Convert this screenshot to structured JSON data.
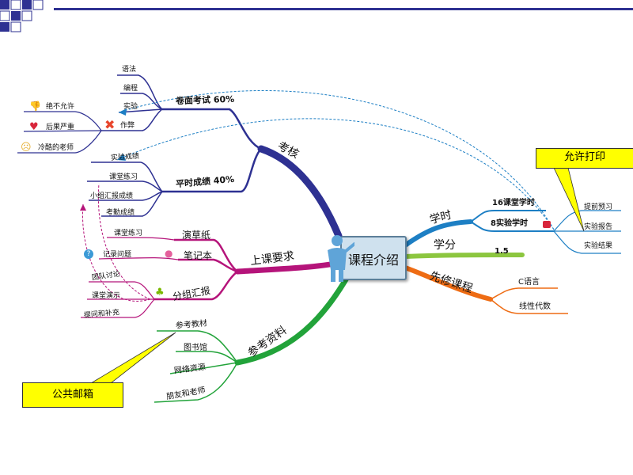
{
  "center": {
    "title": "课程介绍"
  },
  "branches": {
    "kaohe": "考核",
    "shangke": "上课要求",
    "cankao": "参考资料",
    "xueshi": "学时",
    "xuefen": "学分",
    "xianxiu": "先修课程"
  },
  "kaohe": {
    "juanmian": "卷面考试 60%",
    "pingshi": "平时成绩 40%",
    "juanmian_items": [
      "语法",
      "编程",
      "实验",
      "作弊"
    ],
    "zuobi_items": [
      "绝不允许",
      "后果严重",
      "冷酷的老师"
    ],
    "pingshi_items": [
      "实验成绩",
      "课堂练习",
      "小组汇报成绩",
      "考勤成绩"
    ]
  },
  "shangke": {
    "yancaozhi": "演草纸",
    "bijiben": "笔记本",
    "fenzu": "分组汇报",
    "yancao_item": "课堂练习",
    "biji_item": "记录问题",
    "fenzu_items": [
      "团队讨论",
      "课堂演示",
      "提问和补充"
    ]
  },
  "cankao": {
    "items": [
      "参考教材",
      "图书馆",
      "网络资源",
      "朋友和老师"
    ]
  },
  "xueshi": {
    "items": [
      "16课堂学时",
      "8实验学时"
    ],
    "lab_items": [
      "提前预习",
      "实验报告",
      "实验结果"
    ]
  },
  "xuefen": {
    "value": "1.5"
  },
  "xianxiu": {
    "items": [
      "C语言",
      "线性代数"
    ]
  },
  "callouts": {
    "print": "允许打印",
    "mailbox": "公共邮箱"
  },
  "colors": {
    "kaohe": "#2e3192",
    "shangke": "#b5147a",
    "cankao": "#22a33a",
    "xueshi": "#1d7fc4",
    "xuefen": "#8cc63f",
    "xianxiu": "#ee6c14",
    "callout": "#ffff00"
  }
}
